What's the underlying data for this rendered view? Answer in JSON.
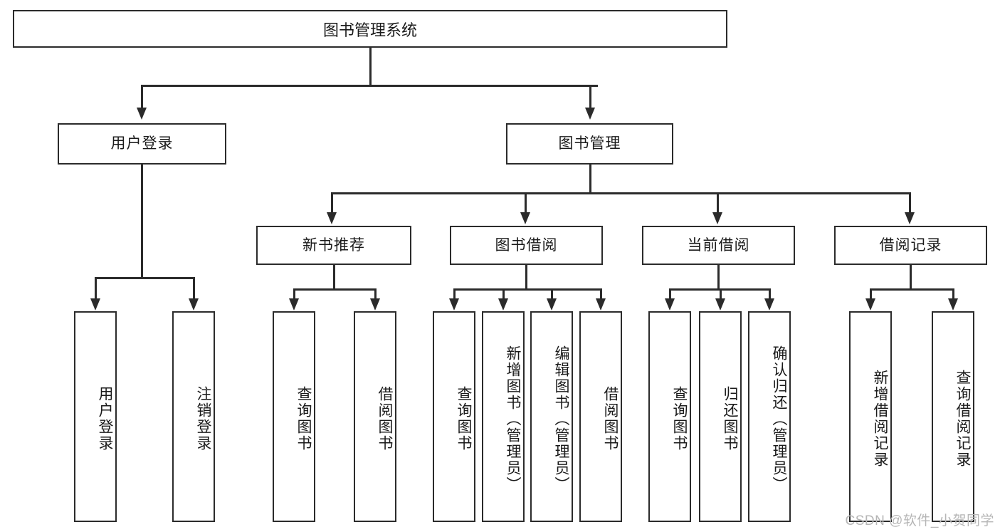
{
  "diagram": {
    "title": "图书管理系统",
    "type": "hierarchy-tree",
    "watermark": "CSDN @软件_小贺同学",
    "colors": {
      "stroke": "#2b2b2b",
      "fill": "#ffffff",
      "text": "#1a1a1a",
      "watermark": "#b6b6b6"
    },
    "root": {
      "label": "图书管理系统"
    },
    "level1": [
      {
        "label": "用户登录"
      },
      {
        "label": "图书管理"
      }
    ],
    "level2": [
      {
        "label": "新书推荐"
      },
      {
        "label": "图书借阅"
      },
      {
        "label": "当前借阅"
      },
      {
        "label": "借阅记录"
      }
    ],
    "leaves": {
      "user_login": [
        {
          "label": "用户登录"
        },
        {
          "label": "注销登录"
        }
      ],
      "new_book": [
        {
          "label": "查询图书"
        },
        {
          "label": "借阅图书"
        }
      ],
      "book_borrow": [
        {
          "label": "查询图书"
        },
        {
          "label": "新增图书（管理员）"
        },
        {
          "label": "编辑图书（管理员）"
        },
        {
          "label": "借阅图书"
        }
      ],
      "current_borrow": [
        {
          "label": "查询图书"
        },
        {
          "label": "归还图书"
        },
        {
          "label": "确认归还（管理员）"
        }
      ],
      "borrow_record": [
        {
          "label": "新增借阅记录"
        },
        {
          "label": "查询借阅记录"
        }
      ]
    }
  }
}
